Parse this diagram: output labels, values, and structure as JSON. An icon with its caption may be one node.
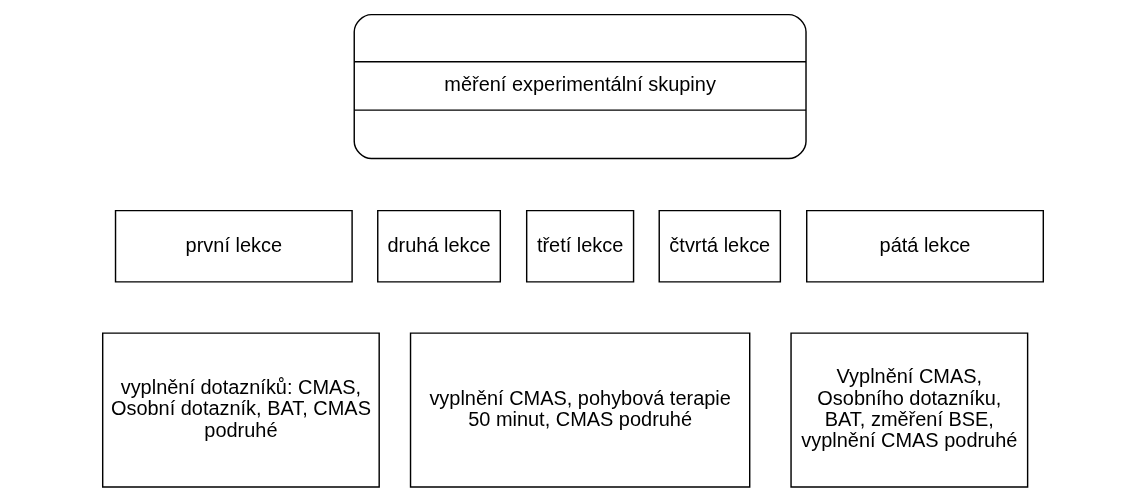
{
  "diagram": {
    "nodes": [
      {
        "text": [
          "měření experimentální skupiny"
        ]
      },
      {
        "text": [
          "první lekce"
        ]
      },
      {
        "text": [
          "druhá lekce"
        ]
      },
      {
        "text": [
          "třetí lekce"
        ]
      },
      {
        "text": [
          "čtvrtá lekce"
        ]
      },
      {
        "text": [
          "pátá lekce"
        ]
      },
      {
        "text": [
          "vyplnění dotazníků: CMAS, Osobní dotazník, BAT, CMAS podruhé"
        ]
      },
      {
        "text": [
          "vyplnění CMAS, pohybová terapie 50 minut, CMAS podruhé"
        ]
      },
      {
        "text": [
          "Vyplnění CMAS, Osobního dotazníku, BAT, změření BSE, vyplnění CMAS podruhé"
        ]
      }
    ]
  }
}
